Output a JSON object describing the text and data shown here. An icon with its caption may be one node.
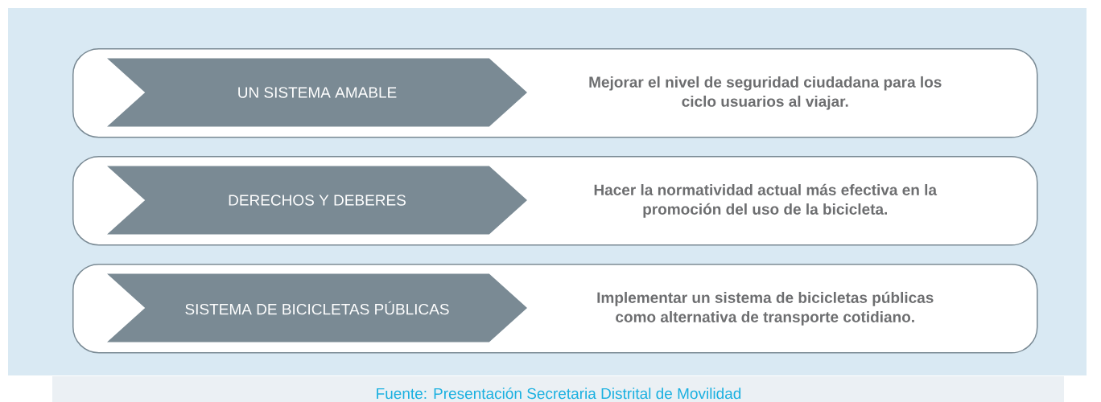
{
  "diagram": {
    "caption": "Fuente: Presentación Secretaria Distrital de Movilidad",
    "nodes": [
      {
        "text": [
          "Mejorar el nivel de seguridad ciudadana para los ciclo usuarios al viajar."
        ]
      },
      {
        "text": [
          "UN SISTEMA AMABLE"
        ],
        "in": 0
      },
      {
        "text": [
          "Hacer la normatividad actual más efectiva en la promoción del uso de la bicicleta."
        ]
      },
      {
        "text": [
          "DERECHOS Y DEBERES"
        ],
        "in": 2
      },
      {
        "text": [
          "Implementar un sistema de bicicletas públicas como alternativa de transporte cotidiano."
        ]
      },
      {
        "text": [
          "SISTEMA DE BICICLETAS PÚBLICAS"
        ],
        "in": 4
      }
    ]
  }
}
